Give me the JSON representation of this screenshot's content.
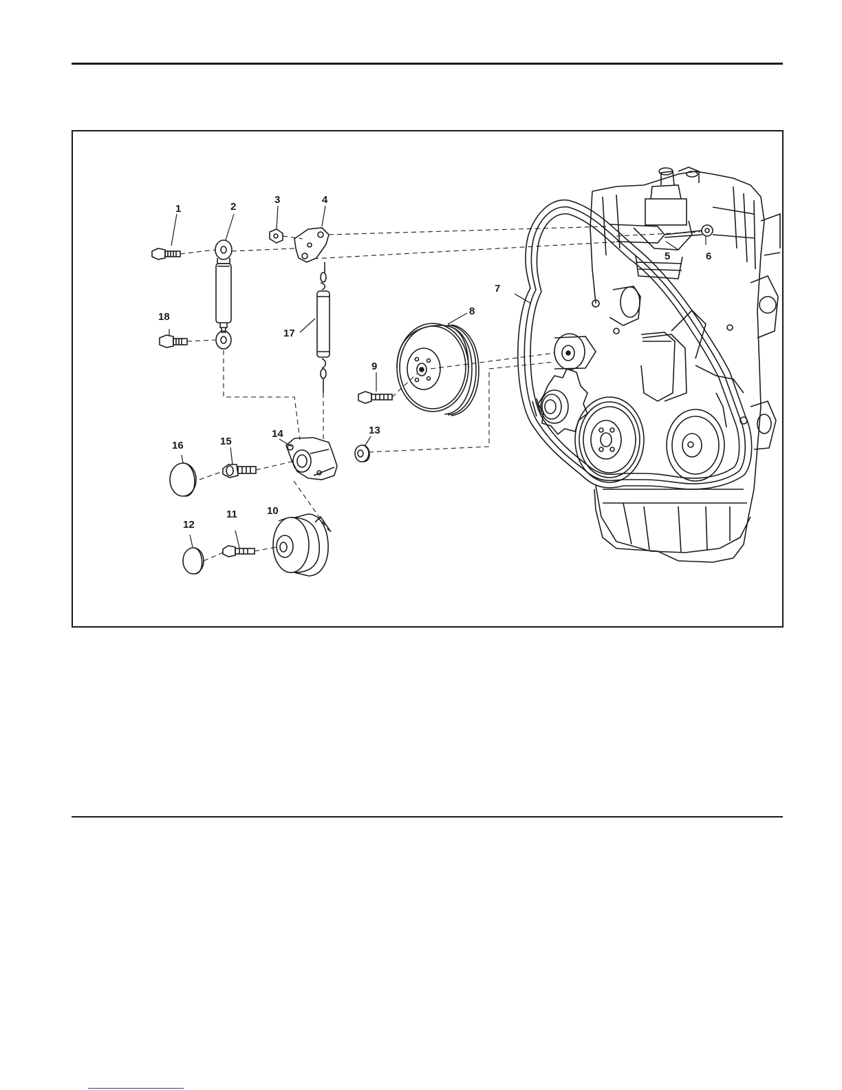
{
  "figure": {
    "callouts": [
      {
        "id": "c1",
        "text": "1"
      },
      {
        "id": "c2",
        "text": "2"
      },
      {
        "id": "c3",
        "text": "3"
      },
      {
        "id": "c4",
        "text": "4"
      },
      {
        "id": "c5",
        "text": "5"
      },
      {
        "id": "c6",
        "text": "6"
      },
      {
        "id": "c7",
        "text": "7"
      },
      {
        "id": "c8",
        "text": "8"
      },
      {
        "id": "c9",
        "text": "9"
      },
      {
        "id": "c10",
        "text": "10"
      },
      {
        "id": "c11",
        "text": "11"
      },
      {
        "id": "c12",
        "text": "12"
      },
      {
        "id": "c13",
        "text": "13"
      },
      {
        "id": "c14",
        "text": "14"
      },
      {
        "id": "c15",
        "text": "15"
      },
      {
        "id": "c16",
        "text": "16"
      },
      {
        "id": "c17",
        "text": "17"
      },
      {
        "id": "c18",
        "text": "18"
      }
    ]
  },
  "colors": {
    "ink": "#1a1a1a",
    "paper": "#ffffff",
    "link": "#2a3f8f"
  }
}
